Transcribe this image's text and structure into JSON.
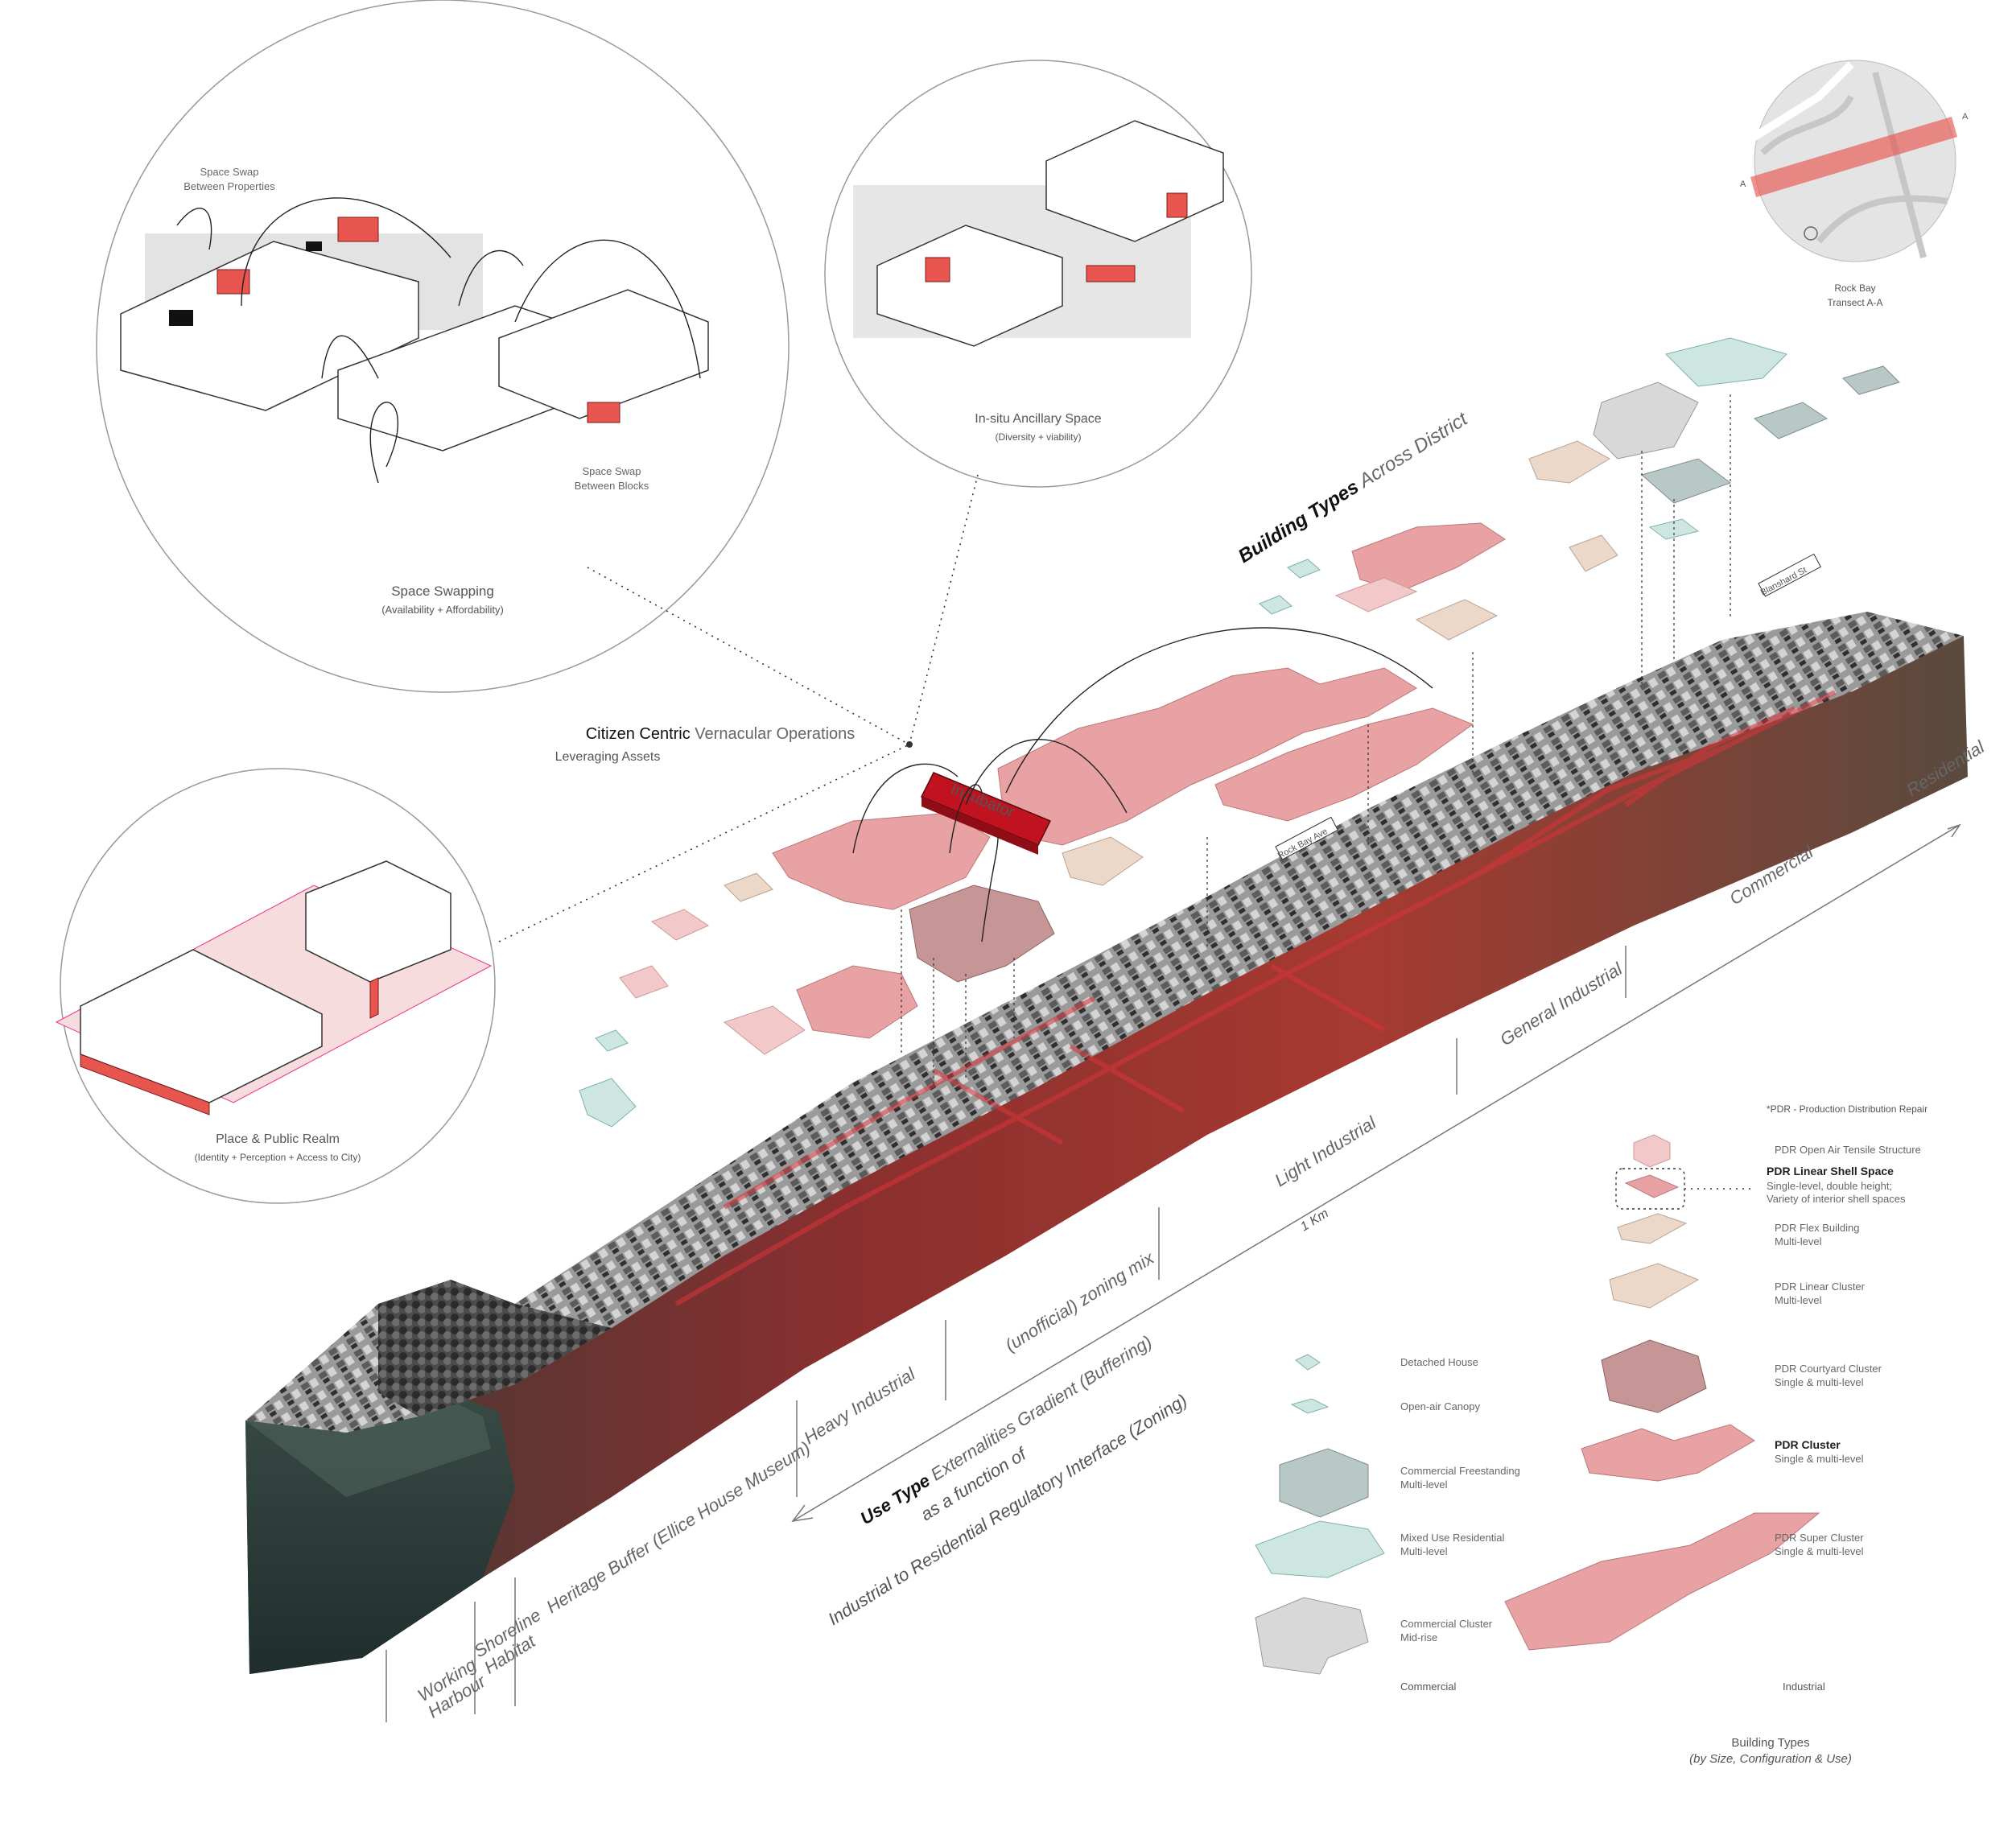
{
  "bubbles": {
    "space_swapping": {
      "title": "Space Swapping",
      "subtitle": "(Availability + Affordability)",
      "note_properties": "Space Swap\nBetween Properties",
      "note_blocks": "Space Swap\nBetween Blocks"
    },
    "ancillary": {
      "title": "In-situ Ancillary Space",
      "subtitle": "(Diversity + viability)"
    },
    "public_realm": {
      "title": "Place & Public Realm",
      "subtitle": "(Identity + Perception + Access to City)"
    },
    "locator": {
      "title": "Rock Bay",
      "subtitle": "Transect A-A",
      "marker_a": "A"
    }
  },
  "headings": {
    "citizen_bold": "Citizen Centric",
    "citizen_rest": "Vernacular Operations",
    "citizen_sub": "Leveraging Assets",
    "building_types_bold": "Building Types",
    "building_types_rest": "Across District",
    "incubator": "Incubator"
  },
  "streets": {
    "blanshard": "Blanshard St",
    "rock_bay": "Rock Bay Ave"
  },
  "zones": [
    "Residential",
    "Commercial",
    "General Industrial",
    "Light Industrial",
    "(unofficial) zoning mix",
    "Heavy Industrial",
    "Heritage Buffer (Ellice House Museum)"
  ],
  "edge_zones": {
    "working": "Working\nHarbour",
    "shoreline": "Shoreline\nHabitat"
  },
  "scale": "1 Km",
  "use_type": {
    "bold": "Use Type",
    "rest": "Externalities Gradient (Buffering)",
    "line2": "as a function of",
    "line3": "Industrial to Residential Regulatory Interface (Zoning)"
  },
  "legend": {
    "footnote": "*PDR - Production Distribution Repair",
    "industrial": [
      {
        "name": "PDR Open Air Tensile Structure",
        "desc": ""
      },
      {
        "name": "PDR Linear Shell Space",
        "desc": "Single-level, double height;\nVariety of interior shell spaces"
      },
      {
        "name": "PDR Flex Building",
        "desc": "Multi-level"
      },
      {
        "name": "PDR Linear Cluster",
        "desc": "Multi-level"
      },
      {
        "name": "PDR Courtyard Cluster",
        "desc": "Single & multi-level"
      },
      {
        "name": "PDR Cluster",
        "desc": "Single & multi-level"
      },
      {
        "name": "PDR Super Cluster",
        "desc": "Single & multi-level"
      }
    ],
    "commercial": [
      {
        "name": "Detached House",
        "desc": ""
      },
      {
        "name": "Open-air Canopy",
        "desc": ""
      },
      {
        "name": "Commercial Freestanding",
        "desc": "Multi-level"
      },
      {
        "name": "Mixed Use Residential",
        "desc": "Multi-level"
      },
      {
        "name": "Commercial Cluster",
        "desc": "Mid-rise"
      }
    ],
    "commercial_heading": "Commercial",
    "industrial_heading": "Industrial",
    "caption_title": "Building Types",
    "caption_sub": "(by Size, Configuration & Use)"
  },
  "colors": {
    "accent_red": "#d9343a",
    "pink": "#e9a2a3",
    "tan": "#ecd8c8",
    "teal": "#cde6e2",
    "slate": "#b8c8c6"
  }
}
